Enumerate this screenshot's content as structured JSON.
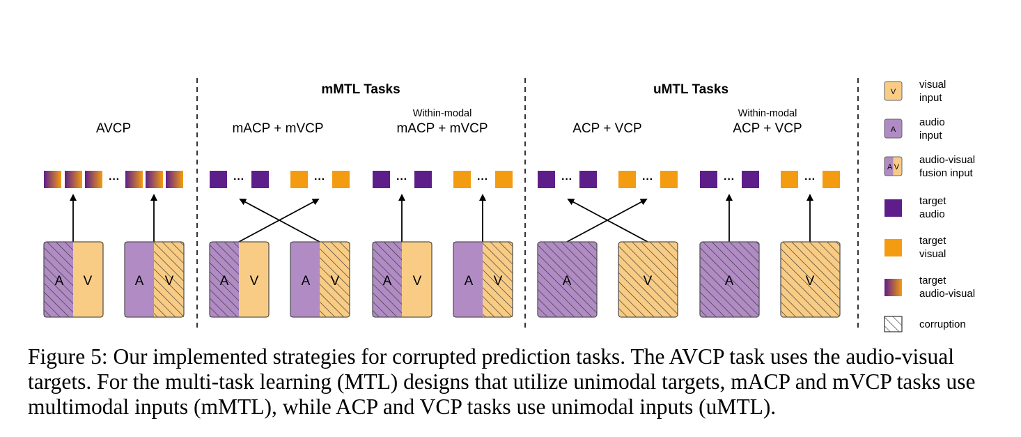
{
  "colors": {
    "visual": "#F8CC84",
    "audio": "#B08BC4",
    "target_audio": "#5E1E8A",
    "target_visual": "#F39C12",
    "hatch": "#333333"
  },
  "group_titles": {
    "mmtl": "mMTL Tasks",
    "umtl": "uMTL Tasks"
  },
  "columns": [
    {
      "label": "AVCP",
      "sublabel": ""
    },
    {
      "label": "mACP + mVCP",
      "sublabel": ""
    },
    {
      "label": "mACP + mVCP",
      "sublabel": "Within-modal"
    },
    {
      "label": "ACP + VCP",
      "sublabel": ""
    },
    {
      "label": "ACP + VCP",
      "sublabel": "Within-modal"
    }
  ],
  "box_letters": {
    "audio": "A",
    "visual": "V"
  },
  "ellipsis": "···",
  "legend": [
    {
      "icon": "visual-input",
      "letter": "V",
      "lines": [
        "visual",
        "input"
      ]
    },
    {
      "icon": "audio-input",
      "letter": "A",
      "lines": [
        "audio",
        "input"
      ]
    },
    {
      "icon": "audio-visual-fusion-input",
      "letter": "A V",
      "lines": [
        "audio-visual",
        "fusion input"
      ]
    },
    {
      "icon": "target-audio",
      "letter": "",
      "lines": [
        "target",
        "audio"
      ]
    },
    {
      "icon": "target-visual",
      "letter": "",
      "lines": [
        "target",
        "visual"
      ]
    },
    {
      "icon": "target-audio-visual",
      "letter": "",
      "lines": [
        "target",
        "audio-visual"
      ]
    },
    {
      "icon": "corruption",
      "letter": "",
      "lines": [
        "corruption"
      ]
    }
  ],
  "caption": "Figure 5: Our implemented strategies for corrupted prediction tasks. The AVCP task uses the audio-visual targets. For the multi-task learning (MTL) designs that utilize unimodal targets, mACP and mVCP tasks use multimodal inputs (mMTL), while ACP and VCP tasks use unimodal inputs (uMTL)."
}
